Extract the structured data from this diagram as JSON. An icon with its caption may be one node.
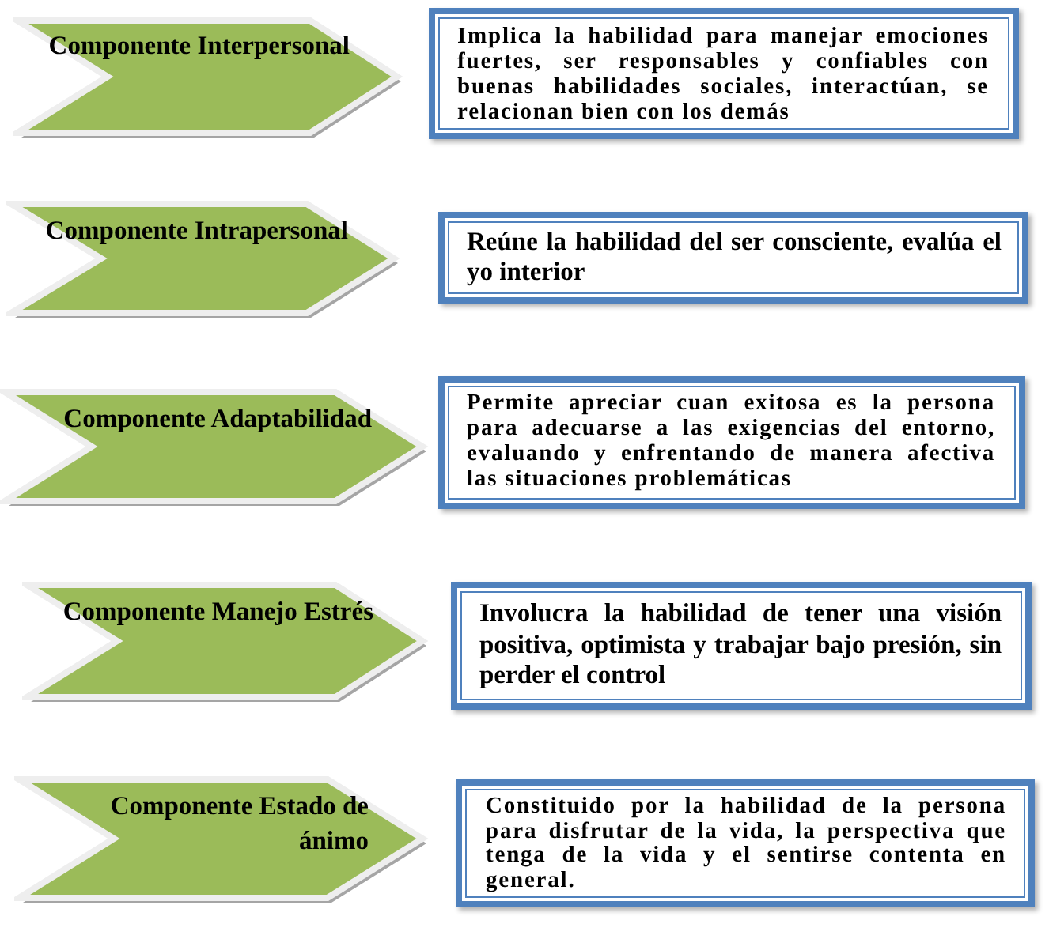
{
  "diagram": {
    "nodes": [
      {
        "text": [
          "Componente Interpersonal"
        ]
      },
      {
        "text": [
          "Implica la habilidad para manejar emociones fuertes, ser responsables y confiables con buenas habilidades sociales, interactúan, se relacionan bien con los demás"
        ]
      },
      {
        "text": [
          "Componente Intrapersonal"
        ]
      },
      {
        "text": [
          "Reúne la habilidad del ser consciente, evalúa el yo interior"
        ]
      },
      {
        "text": [
          "Componente Adaptabilidad"
        ]
      },
      {
        "text": [
          "Permite apreciar cuan exitosa es la persona para adecuarse a las exigencias del entorno, evaluando y enfrentando de manera afectiva las situaciones problemáticas"
        ]
      },
      {
        "text": [
          "Componente Manejo Estrés"
        ]
      },
      {
        "text": [
          "Involucra la habilidad de tener una visión positiva, optimista y trabajar bajo presión, sin perder el control"
        ]
      },
      {
        "text": [
          "Componente Estado de ánimo"
        ]
      },
      {
        "text": [
          "Constituido por la habilidad de la persona para disfrutar de la vida, la perspectiva que tenga de la vida y el sentirse contenta en general."
        ]
      }
    ]
  }
}
